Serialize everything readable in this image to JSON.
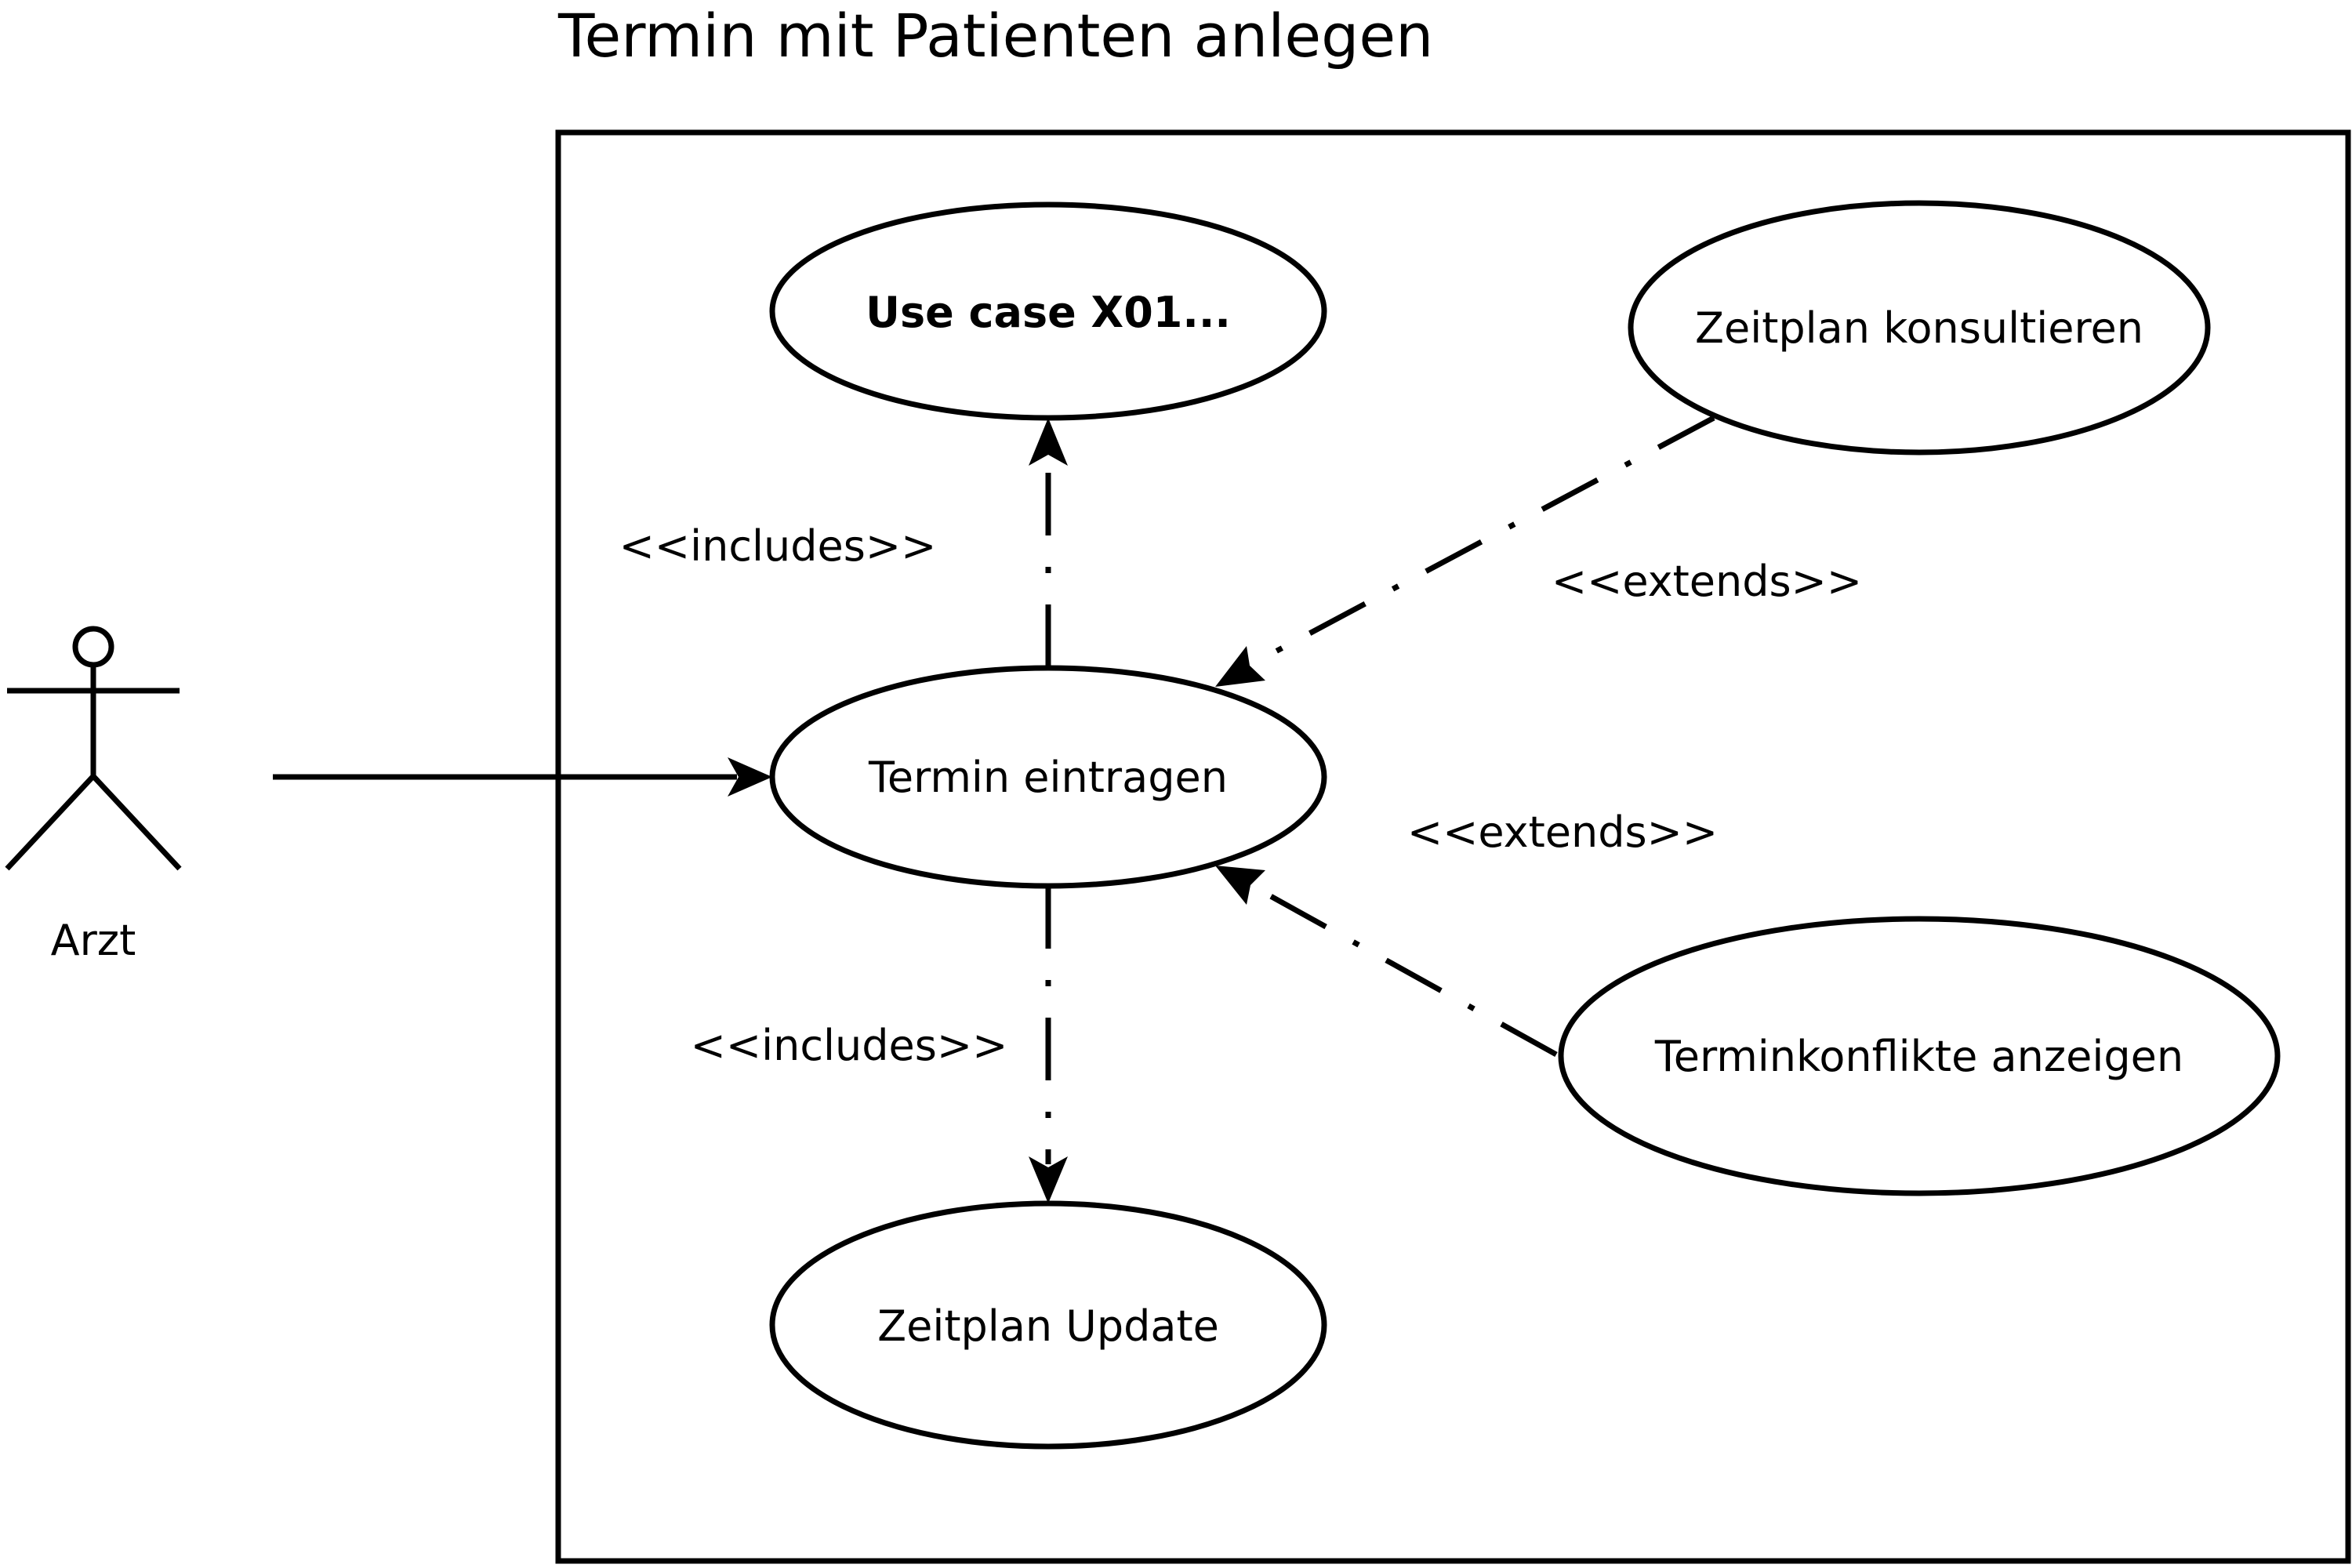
{
  "title": "Termin mit Patienten anlegen",
  "actor": {
    "label": "Arzt"
  },
  "use_cases": {
    "x01": "Use case X01...",
    "eintragen": "Termin eintragen",
    "konsultieren": "Zeitplan konsultieren",
    "konflikte": "Terminkonflikte anzeigen",
    "update": "Zeitplan Update"
  },
  "relations": {
    "includes_top": "<<includes>>",
    "includes_bottom": "<<includes>>",
    "extends_top": "<<extends>>",
    "extends_bottom": "<<extends>>"
  }
}
